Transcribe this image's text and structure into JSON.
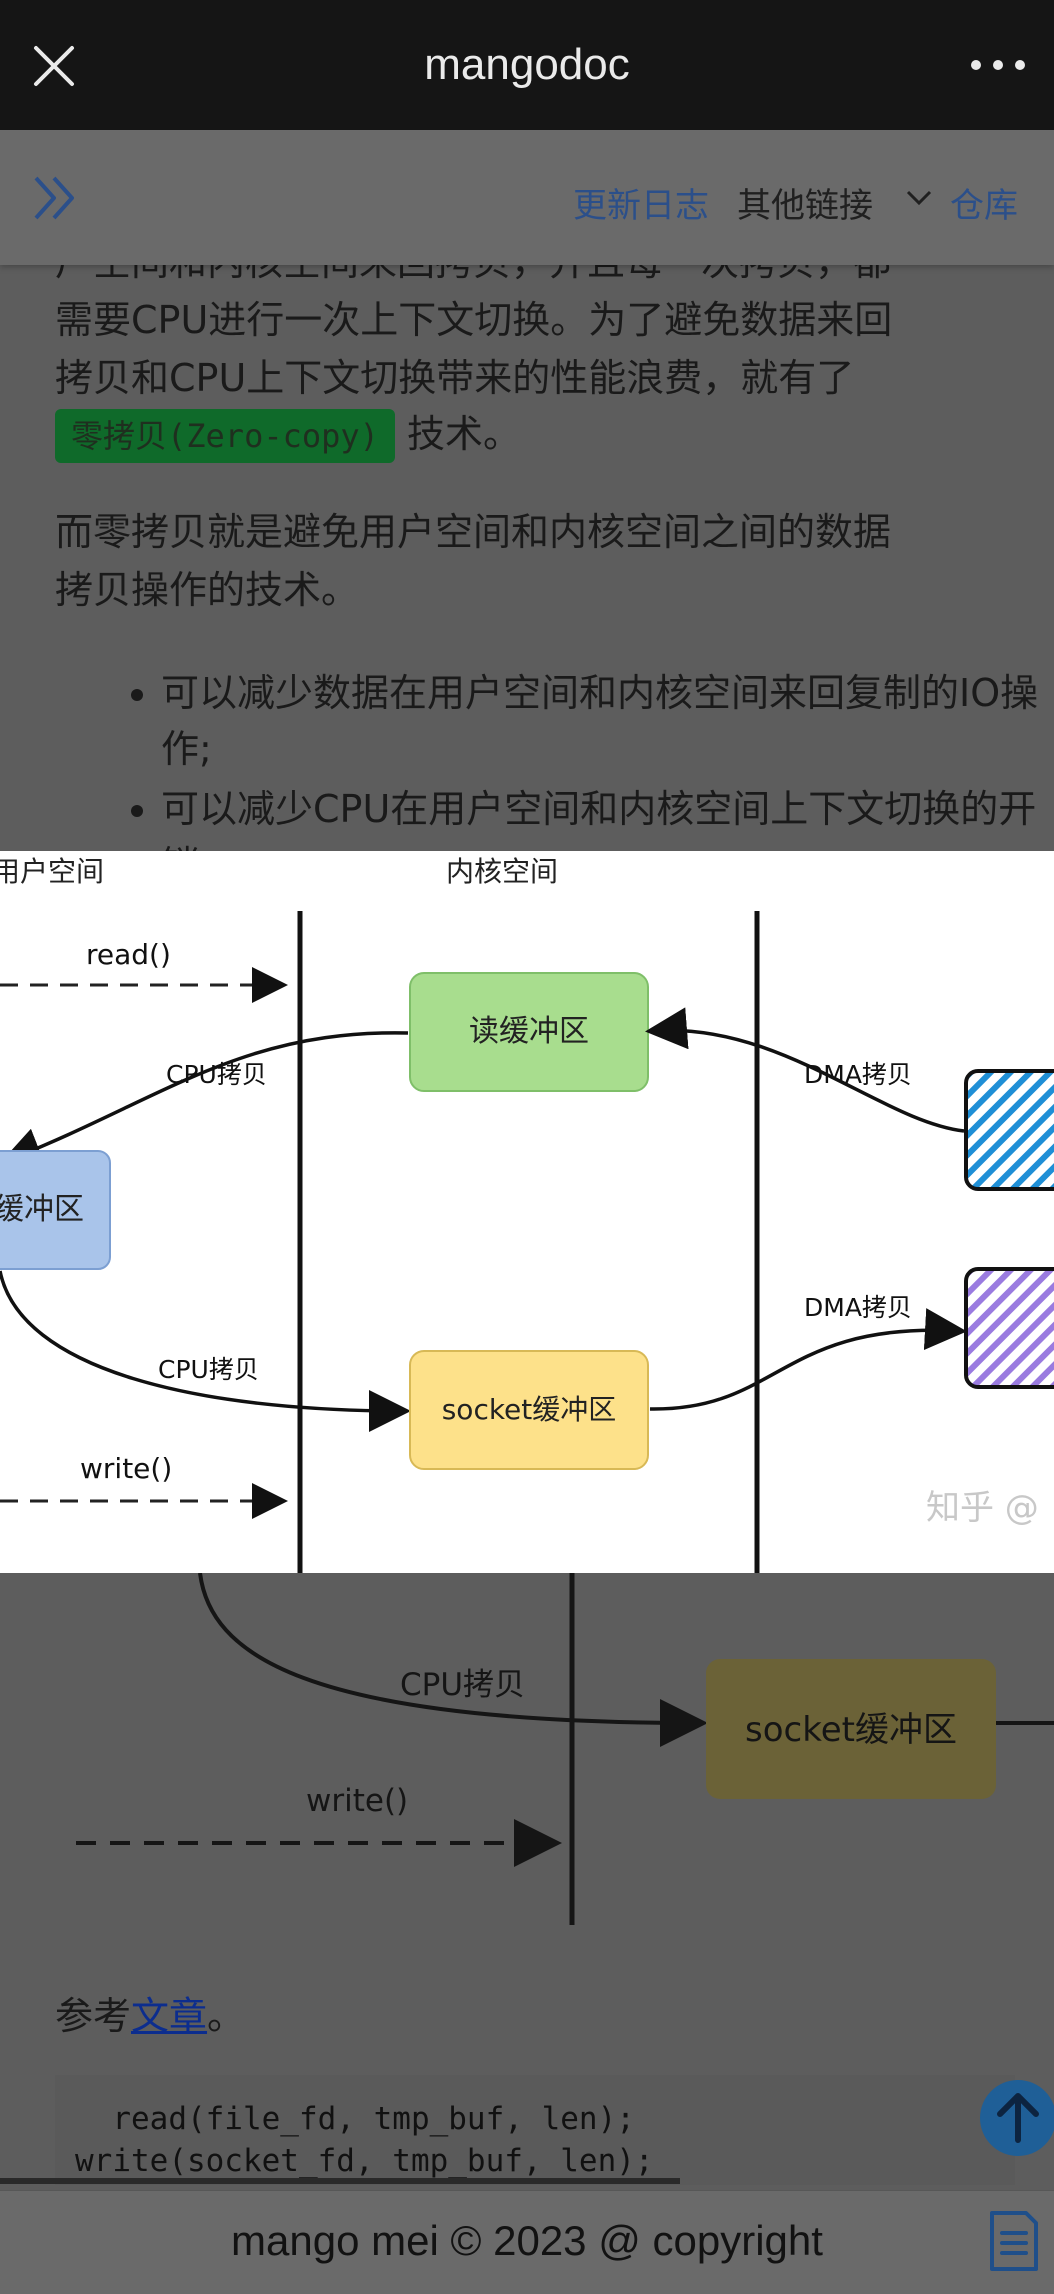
{
  "window": {
    "title": "mangodoc"
  },
  "nav": {
    "links": [
      {
        "label": "更新日志"
      },
      {
        "label": "其他链接"
      },
      {
        "label": "仓库"
      }
    ]
  },
  "article": {
    "partial_top_line": "户空间和内核空间来回拷贝，并且每一次拷贝，都",
    "para1_line1": "需要CPU进行一次上下文切换。为了避免数据来回",
    "para1_line2": "拷贝和CPU上下文切换带来的性能浪费，就有了",
    "zero_copy_chip": "零拷贝(Zero-copy)",
    "para1_tail": "技术。",
    "para2_line1": "而零拷贝就是避免用户空间和内核空间之间的数据",
    "para2_line2": "拷贝操作的技术。",
    "bullets": [
      "可以减少数据在用户空间和内核空间来回复制的IO操作;",
      "可以减少CPU在用户空间和内核空间上下文切换的开销。"
    ],
    "ref_prefix": "参考",
    "ref_link": "文章",
    "ref_suffix": "。"
  },
  "diagram": {
    "user_space": "用户空间",
    "kernel_space": "内核空间",
    "read_call": "read()",
    "write_call": "write()",
    "cpu_copy": "CPU拷贝",
    "dma_copy": "DMA拷贝",
    "read_buffer": "读缓冲区",
    "app_buffer": "缓冲区",
    "socket_buffer": "socket缓冲区",
    "watermark": "知乎 @"
  },
  "code": {
    "lines": [
      "  read(file_fd, tmp_buf, len);",
      "write(socket_fd, tmp_buf, len);"
    ]
  },
  "footer": {
    "text": "mango mei © 2023 @ copyright"
  },
  "colors": {
    "topbar": "#151515",
    "link": "#2b4f8a",
    "chip": "#0f6a2a",
    "read_buffer_fill": "#a8dd8e",
    "socket_buffer_fill": "#fde18a",
    "app_buffer_fill": "#a9c4ea"
  }
}
